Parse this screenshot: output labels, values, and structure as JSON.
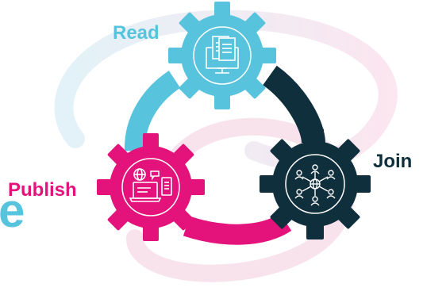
{
  "labels": {
    "read": "Read",
    "publish": "Publish",
    "join": "Join",
    "cut_letter": "e"
  },
  "colors": {
    "read": "#58c3dd",
    "publish": "#e3137b",
    "join": "#0f2f3d",
    "background_swirl_blue": "#dff1f7",
    "background_swirl_pink": "#fbe1ec"
  },
  "icons": {
    "read": "document-on-monitor-icon",
    "publish": "laptop-globe-tablet-icon",
    "join": "people-network-icon"
  }
}
